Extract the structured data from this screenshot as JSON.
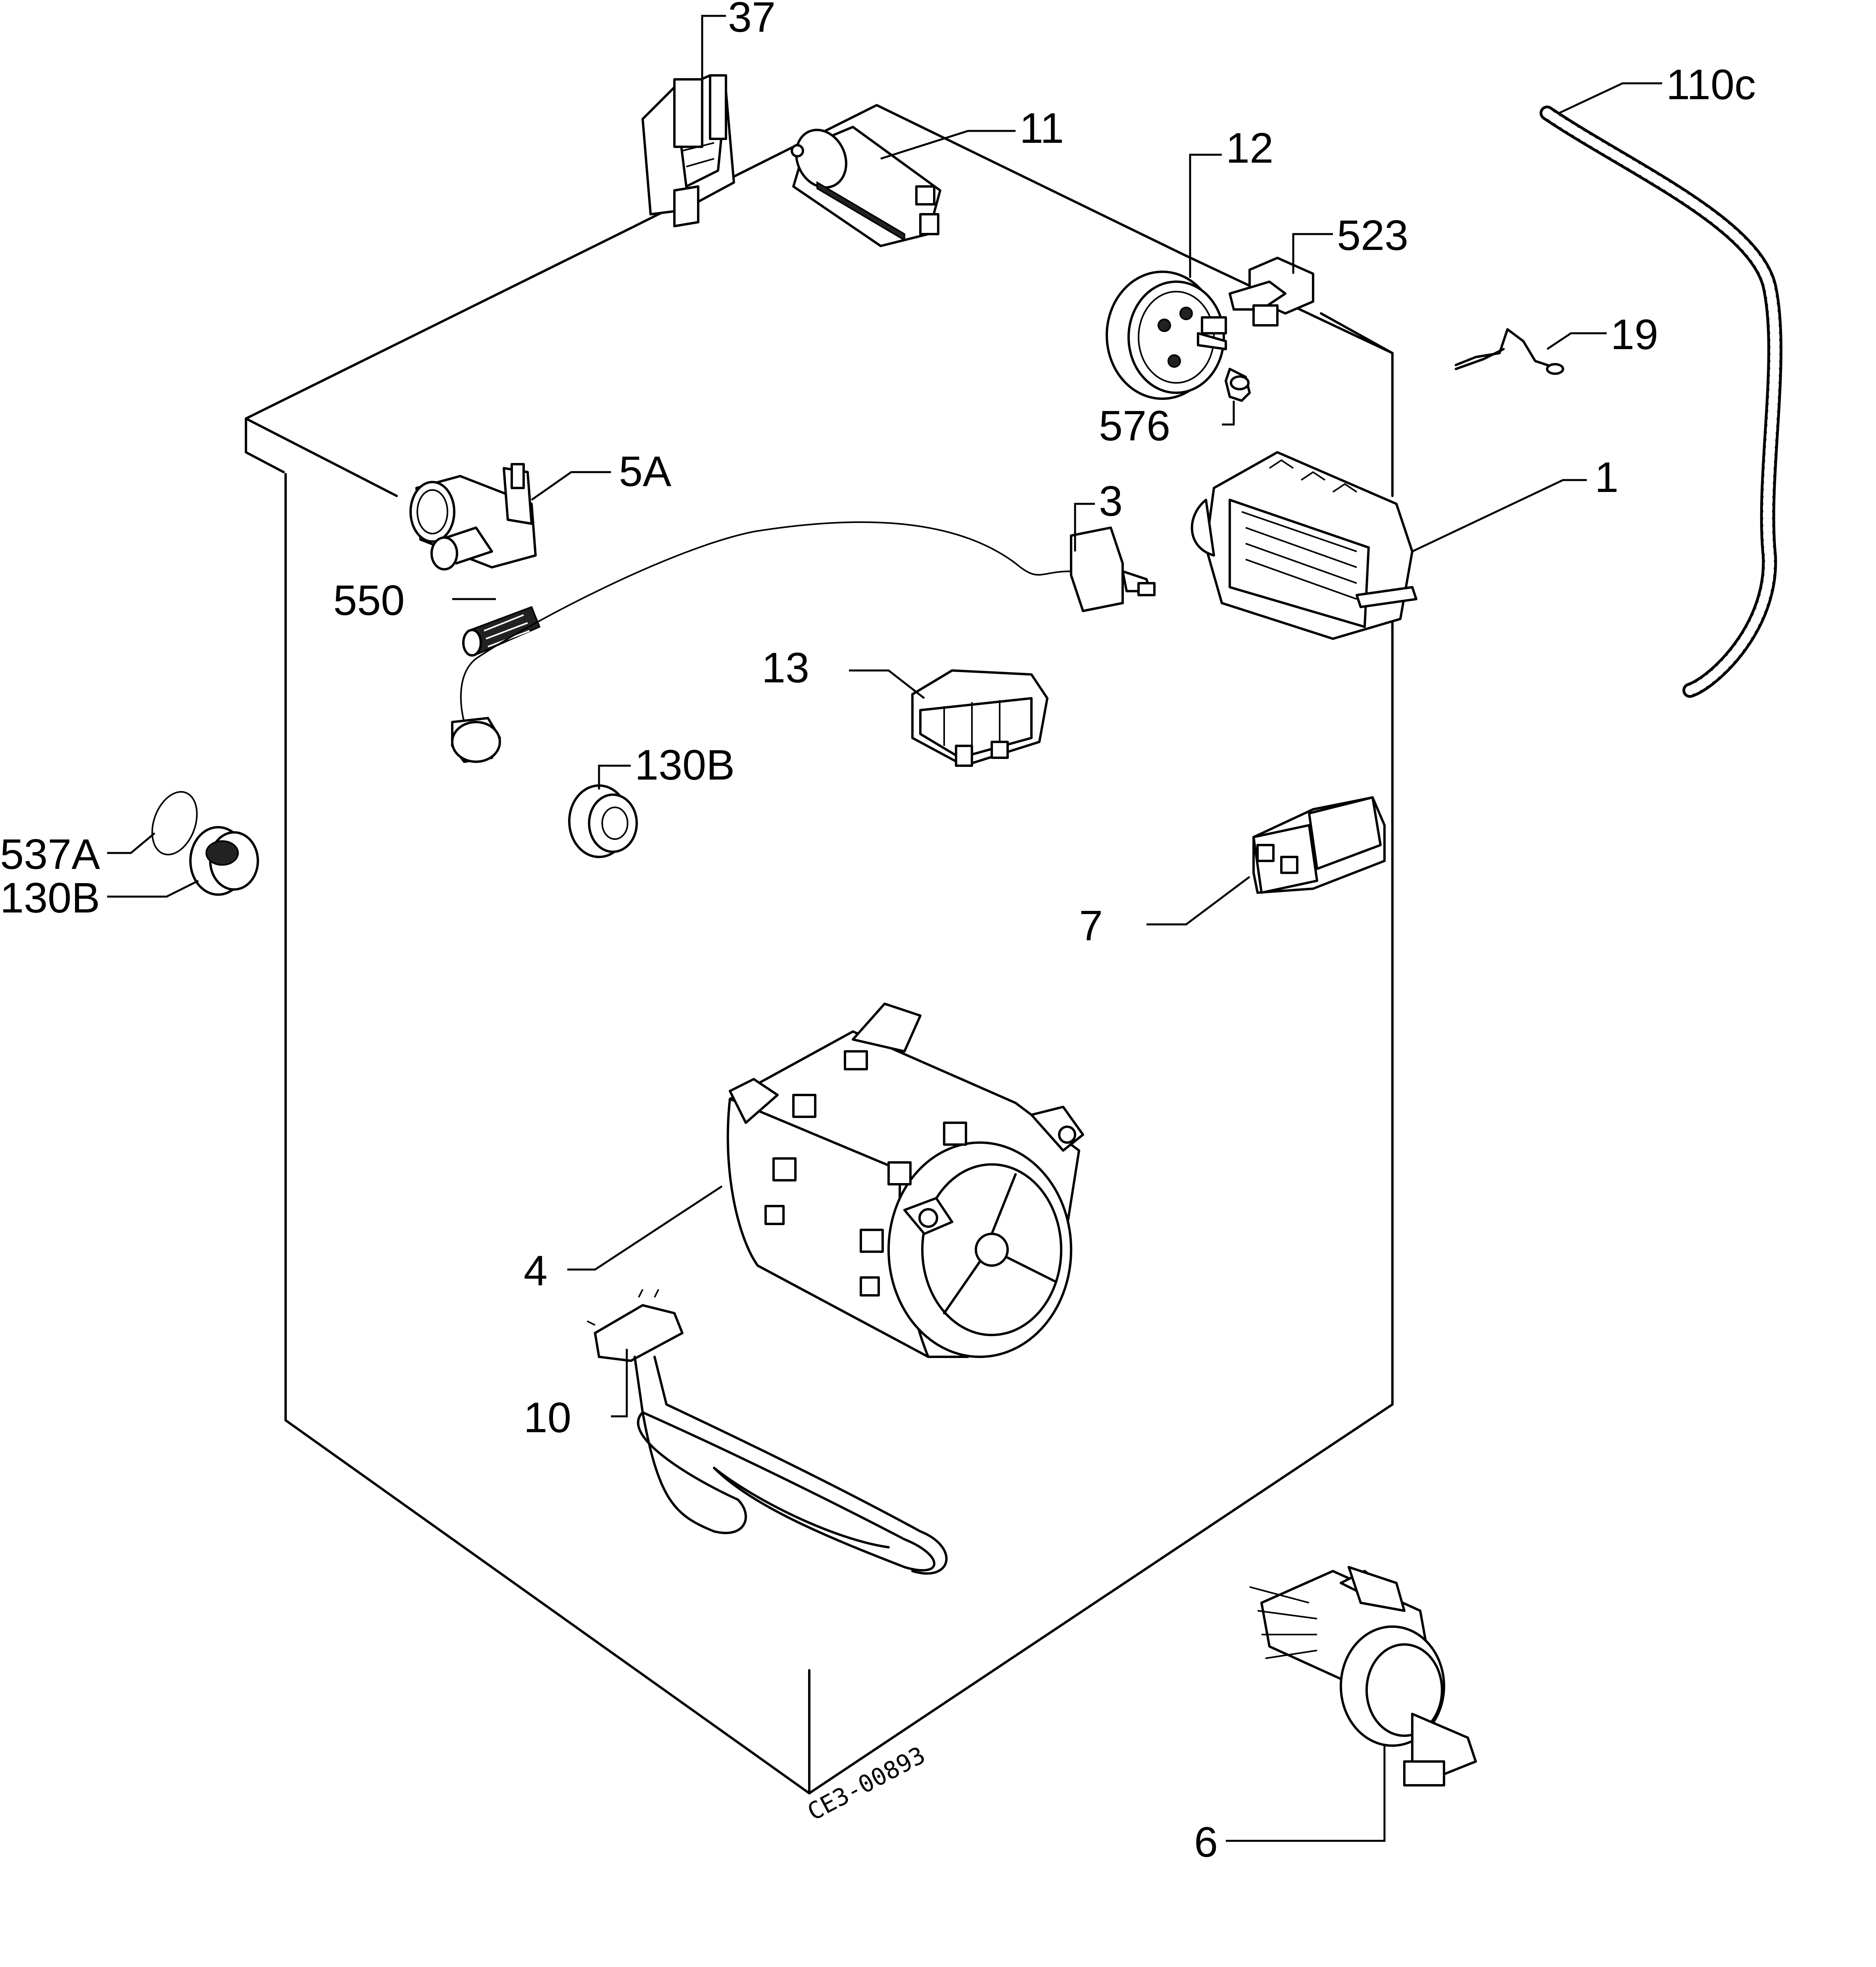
{
  "diagram": {
    "labels": {
      "l37": "37",
      "l11": "11",
      "l12": "12",
      "l523": "523",
      "l110c": "110c",
      "l19": "19",
      "l576": "576",
      "l5a": "5A",
      "l1": "1",
      "l3": "3",
      "l550": "550",
      "l13": "13",
      "l130b_1": "130B",
      "l537a": "537A",
      "l130b_2": "130B",
      "l7": "7",
      "l4": "4",
      "l10": "10",
      "l6": "6"
    },
    "drawing_ref": "CE3-00893"
  }
}
